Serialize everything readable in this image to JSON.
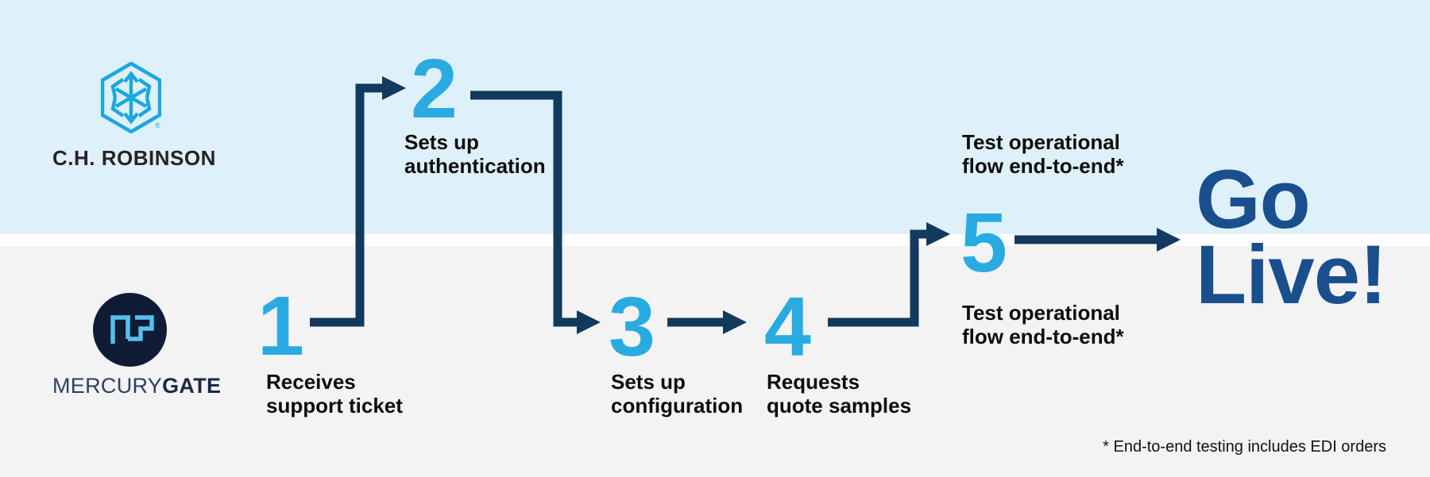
{
  "colors": {
    "lane_top_bg": "#def0f9",
    "lane_bottom_bg": "#f3f3f4",
    "divider": "#ffffff",
    "step_number_blue": "#29abe2",
    "arrow_navy": "#113a5e",
    "go_live_blue": "#1a4f8e",
    "label_text": "#0d0d0d",
    "chr_logo_blue": "#1ba7e0",
    "chr_text": "#272324",
    "mg_circle_navy": "#101c36",
    "mg_monogram_blue": "#56c0ec",
    "mg_text_regular": "#2e3e5e",
    "mg_text_bold": "#1c2945"
  },
  "companies": {
    "chrobinson": {
      "wordmark": "C.H. ROBINSON",
      "registered_mark": "®"
    },
    "mercurygate": {
      "wordmark_regular": "MERCURY",
      "wordmark_bold": "GATE"
    }
  },
  "steps": [
    {
      "number": "1",
      "label": "Receives\nsupport ticket",
      "lane": "mercurygate"
    },
    {
      "number": "2",
      "label": "Sets up\nauthentication",
      "lane": "chrobinson"
    },
    {
      "number": "3",
      "label": "Sets up\nconfiguration",
      "lane": "mercurygate"
    },
    {
      "number": "4",
      "label": "Requests\nquote samples",
      "lane": "mercurygate"
    },
    {
      "number": "5",
      "label_top": "Test operational\nflow end-to-end*",
      "label_bottom": "Test operational\nflow end-to-end*",
      "lane": "both"
    }
  ],
  "result": {
    "text": "Go\nLive!"
  },
  "footnote": "* End-to-end testing includes EDI orders"
}
